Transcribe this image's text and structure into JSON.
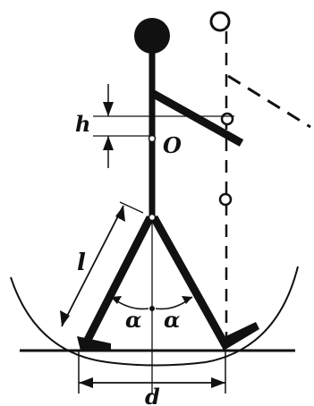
{
  "labels": {
    "h": "h",
    "O": "O",
    "l": "l",
    "alpha_left": "α",
    "alpha_right": "α",
    "d": "d"
  },
  "colors": {
    "ink": "#111111",
    "background": "#ffffff"
  }
}
